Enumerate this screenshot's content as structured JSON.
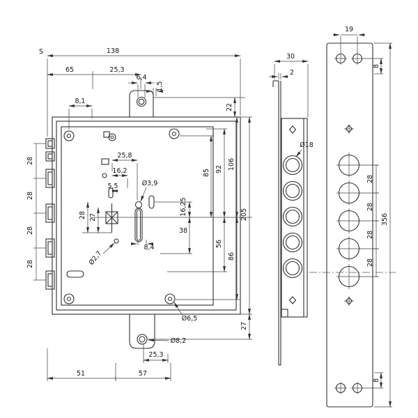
{
  "main_view": {
    "s": "S",
    "d138": "138",
    "d65": "65",
    "d25_3_top": "25,3",
    "d6_4": "6,4",
    "d1_5": "1,5",
    "d8_1": "8,1",
    "d22": "22",
    "d25_8": "25,8",
    "d16_2": "16,2",
    "d5_5": "5,5",
    "dia3_9": "Ø3,9",
    "d28_inner": "28",
    "d27_inner": "27",
    "d16_25": "16,25",
    "d85": "85",
    "d92": "92",
    "d106": "106",
    "d205": "205",
    "d38": "38",
    "d56": "56",
    "d86": "86",
    "d27_tab": "27",
    "left28": [
      "28",
      "28",
      "28",
      "28"
    ],
    "dia2_7": "Ø2,7",
    "d8_4": "8,4",
    "dia6_5": "Ø6,5",
    "dia8_2": "Ø8,2",
    "d25_3_bottom": "25,3",
    "d51": "51",
    "d57": "57"
  },
  "side_view": {
    "d30": "30",
    "d2": "2",
    "dia18": "Ø18"
  },
  "faceplate": {
    "d19": "19",
    "d8_top": "8",
    "d8_bottom": "8",
    "d356": "356",
    "d28": [
      "28",
      "28",
      "28",
      "28"
    ]
  }
}
